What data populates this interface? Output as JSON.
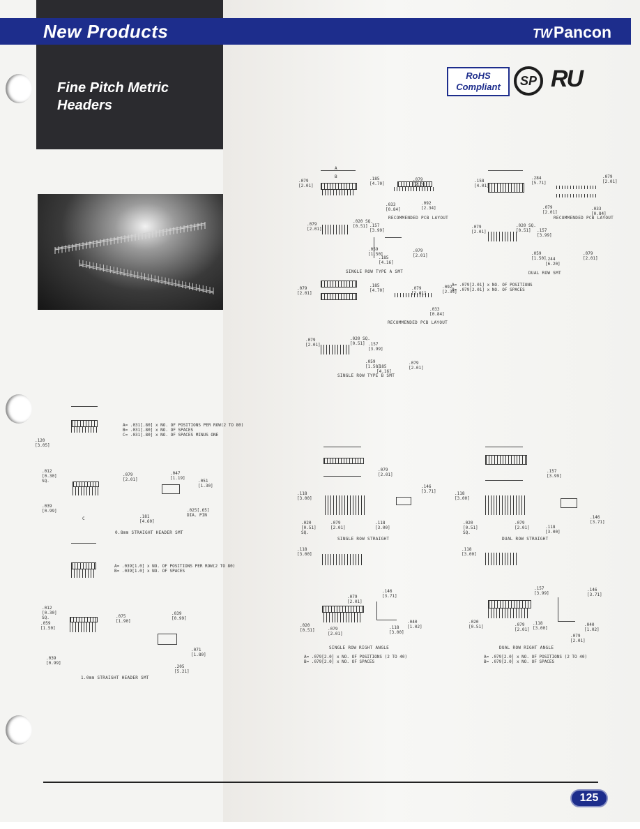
{
  "header": {
    "section": "New Products",
    "brand_prefix": "TW",
    "brand_name": "Pancon"
  },
  "product": {
    "title": "Fine Pitch Metric Headers"
  },
  "badges": {
    "rohs": "RoHS",
    "compliant": "Compliant",
    "csa": "SP",
    "ul": "RU"
  },
  "page_number": "125",
  "drawings": {
    "single_row_type_a_smt": {
      "caption": "SINGLE ROW TYPE A SMT",
      "pcb_caption": "RECOMMENDED PCB LAYOUT",
      "dims": [
        ".079\n[2.01]",
        ".185\n[4.70]",
        ".079\n[2.01]",
        ".033\n[0.84]",
        ".092\n[2.34]",
        ".020 SQ.\n[0.51]",
        ".157\n[3.99]",
        ".059\n[1.50]",
        ".185\n[4.16]",
        ".079\n[2.01]"
      ],
      "label_a": "A",
      "label_b": "B"
    },
    "dual_row_smt": {
      "caption": "DUAL ROW SMT",
      "pcb_caption": "RECOMMENDED PCB LAYOUT",
      "dims": [
        ".158\n[4.01]",
        ".284\n[5.71]",
        ".079\n[2.01]",
        ".033\n[0.84]",
        ".079\n[2.01]",
        ".020 SQ.\n[0.51]",
        ".157\n[3.99]",
        ".059\n[1.50]",
        ".244\n[6.20]",
        ".079\n[2.01]"
      ],
      "note": "A= .079[2.01] x NO. OF POSITIONS\nB= .079[2.01] x NO. OF SPACES"
    },
    "single_row_type_b_smt": {
      "caption": "SINGLE ROW TYPE B SMT",
      "pcb_caption": "RECOMMENDED PCB LAYOUT",
      "dims": [
        ".079\n[2.01]",
        ".185\n[4.70]",
        ".079\n[2.01]",
        ".092\n[2.34]",
        ".033\n[0.84]",
        ".020 SQ.\n[0.51]",
        ".157\n[3.99]",
        ".059\n[1.50]",
        ".185\n[4.16]",
        ".079\n[2.01]"
      ]
    },
    "straight_08": {
      "caption": "0.8mm STRAIGHT HEADER SMT",
      "note": "A= .031[.80] x NO. OF POSITIONS PER ROW(2 TO 80)\nB= .031[.80] x NO. OF SPACES\nC= .031[.80] x NO. OF SPACES MINUS ONE",
      "dims": [
        ".120\n[3.05]",
        ".012\n[0.30]\nSQ.",
        ".079\n[2.01]",
        ".047\n[1.19]",
        ".051\n[1.30]",
        ".039\n[0.99]",
        ".025[.65]\nDIA. PIN",
        ".181\n[4.60]"
      ],
      "label_c": "C"
    },
    "straight_10": {
      "caption": "1.0mm STRAIGHT HEADER SMT",
      "note": "A= .039[1.0] x NO. OF POSITIONS PER ROW(2 TO 80)\nB= .039[1.0] x NO. OF SPACES",
      "dims": [
        ".012\n[0.30]\nSQ.",
        ".059\n[1.50]",
        ".075\n[1.90]",
        ".039\n[0.99]",
        ".039\n[0.99]",
        ".071\n[1.80]",
        ".205\n[5.21]"
      ]
    },
    "single_row_straight": {
      "caption": "SINGLE ROW STRAIGHT",
      "dims": [
        ".079\n[2.01]",
        ".118\n[3.00]",
        ".146\n[3.71]",
        ".020\n[0.51]\nSQ.",
        ".079\n[2.01]",
        ".118\n[3.00]"
      ]
    },
    "dual_row_straight": {
      "caption": "DUAL ROW STRAIGHT",
      "dims": [
        ".157\n[3.99]",
        ".118\n[3.00]",
        ".020\n[0.51]\nSQ.",
        ".079\n[2.01]",
        ".118\n[3.00]",
        ".146\n[3.71]"
      ]
    },
    "single_row_right_angle": {
      "caption": "SINGLE ROW RIGHT ANGLE",
      "note": "A= .079[2.0] x NO. OF POSITIONS (2 TO 40)\nB= .079[2.0] x NO. OF SPACES",
      "dims": [
        ".118\n[3.00]",
        ".079\n[2.01]",
        ".146\n[3.71]",
        ".020\n[0.51]",
        ".079\n[2.01]",
        ".040\n[1.02]",
        ".118\n[3.00]"
      ]
    },
    "dual_row_right_angle": {
      "caption": "DUAL ROW RIGHT ANGLE",
      "note": "A= .079[2.0] x NO. OF POSITIONS (2 TO 40)\nB= .079[2.0] x NO. OF SPACES",
      "dims": [
        ".118\n[3.00]",
        ".157\n[3.99]",
        ".146\n[3.71]",
        ".020\n[0.51]",
        ".079\n[2.01]",
        ".118\n[3.00]",
        ".040\n[1.02]",
        ".079\n[2.01]"
      ]
    }
  },
  "colors": {
    "brand_blue": "#1d2d8c",
    "dark_panel": "#2b2b2f"
  }
}
